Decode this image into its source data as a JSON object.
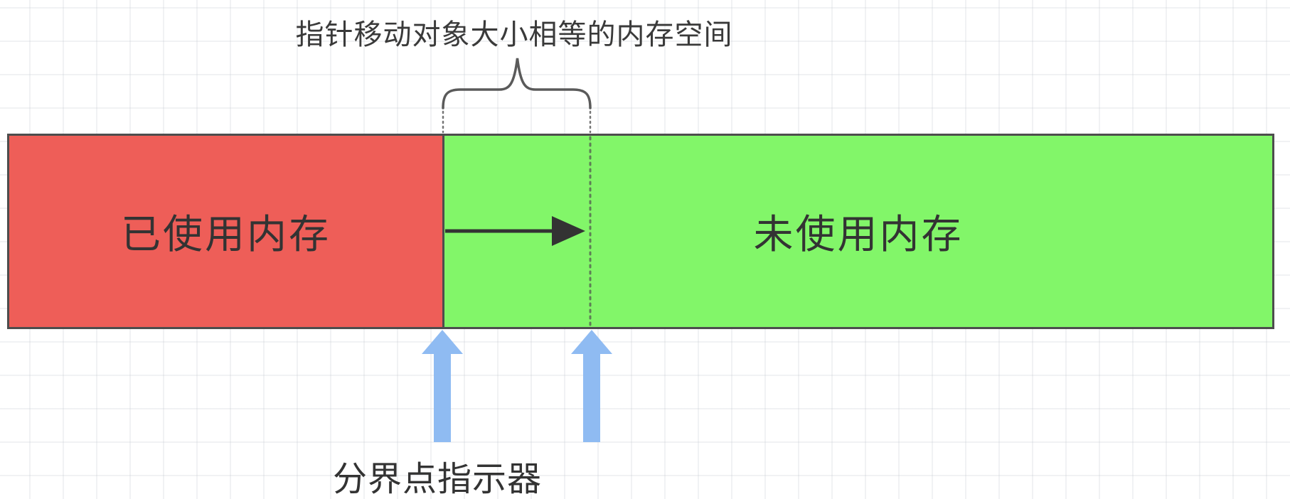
{
  "diagram": {
    "top_caption": "指针移动对象大小相等的内存空间",
    "bottom_caption": "分界点指示器",
    "segments": [
      {
        "label": "已使用内存",
        "status": "used"
      },
      {
        "label": "未使用内存",
        "status": "free"
      }
    ]
  },
  "icons": {
    "brace": "curly-brace",
    "allocation_arrow": "right-arrow",
    "boundary_pointer": "up-arrow"
  },
  "colors": {
    "used_red": "#ee5e58",
    "free_green": "#82f669",
    "pointer_blue": "#8fbbf2",
    "border_dark": "#4d4d4d",
    "connector_gray": "#5a5a5a",
    "dotted_gray": "#777777",
    "text_dark": "#333333",
    "caption_dark": "#3a3a3a"
  }
}
